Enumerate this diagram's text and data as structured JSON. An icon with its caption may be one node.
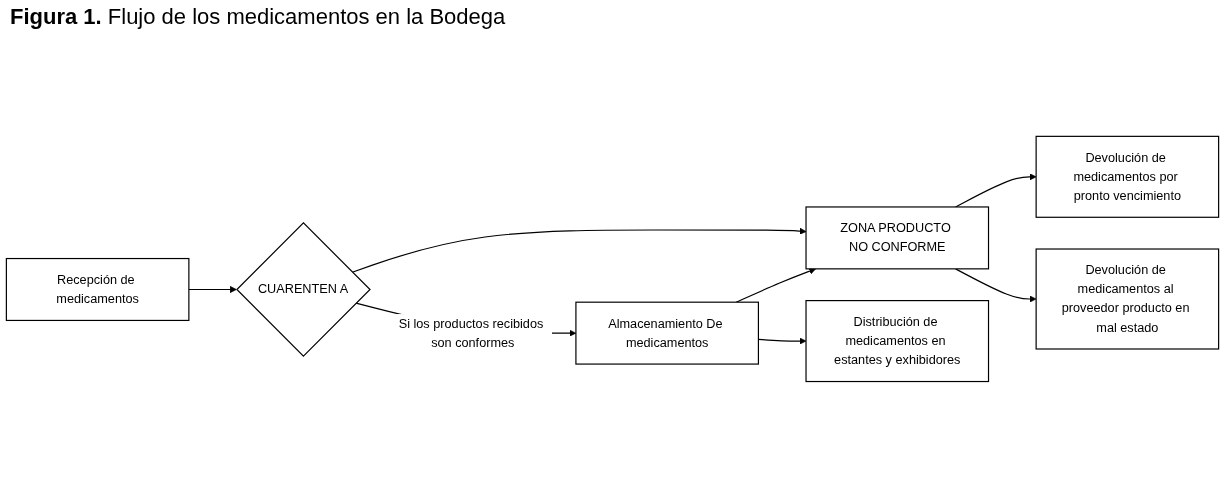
{
  "diagram": {
    "title": "**Figura 1.** Flujo de los medicamentos en la Bodega",
    "nodes": [
      {
        "text": [
          "Recepción de medicamentos"
        ]
      },
      {
        "text": [
          "CUARENTEN A"
        ]
      },
      {
        "text": [
          "ZONA PRODUCTO NO CONFORME"
        ]
      },
      {
        "text": [
          "Devolución de medicamentos por pronto vencimiento"
        ]
      },
      {
        "text": [
          "Almacenamiento De medicamentos"
        ]
      },
      {
        "text": [
          "Distribución de medicamentos en estantes y exhibidores"
        ]
      },
      {
        "text": [
          "Devolución de medicamentos al proveedor producto en mal estado"
        ]
      }
    ],
    "edges": [
      {
        "from": 0,
        "to": 1,
        "arrow": "to"
      },
      {
        "from": 1,
        "to": 2,
        "arrow": "to"
      },
      {
        "from": 2,
        "to": 3,
        "arrow": "to"
      },
      {
        "from": 1,
        "to": 4,
        "arrow": "to",
        "label": "Si los productos recibidos son conformes"
      },
      {
        "from": 4,
        "to": 2,
        "arrow": "to"
      },
      {
        "from": 4,
        "to": 5,
        "arrow": "to"
      },
      {
        "from": 2,
        "to": 6,
        "arrow": "to"
      }
    ]
  }
}
